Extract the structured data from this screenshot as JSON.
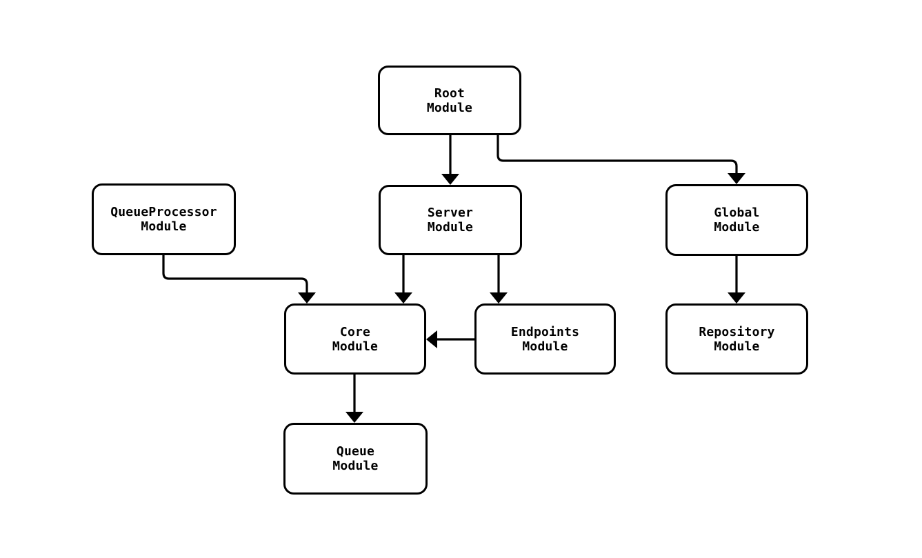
{
  "diagram": {
    "type": "module-dependency-flowchart",
    "background_color": "#ffffff",
    "node_fill_color": "#ffffff",
    "node_border_color": "#000000",
    "edge_color": "#000000",
    "text_color": "#000000",
    "nodes": [
      {
        "id": "root",
        "line1": "Root",
        "line2": "Module"
      },
      {
        "id": "server",
        "line1": "Server",
        "line2": "Module"
      },
      {
        "id": "global",
        "line1": "Global",
        "line2": "Module"
      },
      {
        "id": "queueprocessor",
        "line1": "QueueProcessor",
        "line2": "Module"
      },
      {
        "id": "core",
        "line1": "Core",
        "line2": "Module"
      },
      {
        "id": "endpoints",
        "line1": "Endpoints",
        "line2": "Module"
      },
      {
        "id": "repository",
        "line1": "Repository",
        "line2": "Module"
      },
      {
        "id": "queue",
        "line1": "Queue",
        "line2": "Module"
      }
    ],
    "edges": [
      {
        "from": "Root Module",
        "to": "Server Module"
      },
      {
        "from": "Root Module",
        "to": "Global Module"
      },
      {
        "from": "QueueProcessor Module",
        "to": "Core Module"
      },
      {
        "from": "Server Module",
        "to": "Core Module"
      },
      {
        "from": "Server Module",
        "to": "Endpoints Module"
      },
      {
        "from": "Endpoints Module",
        "to": "Core Module"
      },
      {
        "from": "Global Module",
        "to": "Repository Module"
      },
      {
        "from": "Core Module",
        "to": "Queue Module"
      }
    ]
  }
}
